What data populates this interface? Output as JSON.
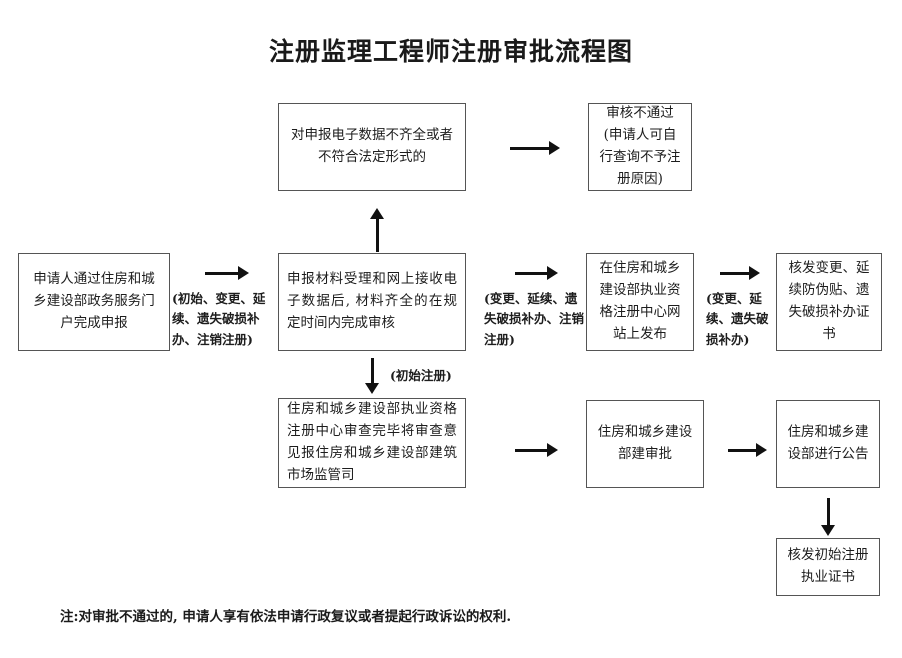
{
  "document": {
    "title": "注册监理工程师注册审批流程图",
    "footnote": "注:对审批不通过的, 申请人享有依法申请行政复议或者提起行政诉讼的权利."
  },
  "flowchart": {
    "type": "process-flow",
    "orientation": "left-to-right",
    "nodes": {
      "incomplete_data": "对申报电子数据不齐全或者不符合法定形式的",
      "review_failed": "审核不通过(申请人可自行查询不予注册原因)",
      "applicant_submit": "申请人通过住房和城乡建设部政务服务门户完成申报",
      "accept_review": "申报材料受理和网上接收电子数据后, 材料齐全的在规定时间内完成审核",
      "publish_website": "在住房和城乡建设部执业资格注册中心网站上发布",
      "issue_change_cert": "核发变更、延续防伪贴、遗失破损补办证书",
      "registry_center_report": "住房和城乡建设部执业资格注册中心审查完毕将审查意见报住房和城乡建设部建筑市场监管司",
      "ministry_approval": "住房和城乡建设部建审批",
      "ministry_announce": "住房和城乡建设部进行公告",
      "issue_initial_cert": "核发初始注册执业证书"
    },
    "edge_labels": {
      "submit_to_accept": "(初始、变更、延续、遗失破损补办、注销注册)",
      "accept_to_publish": "(变更、延续、遗失破损补办、注销注册)",
      "publish_to_issue": "(变更、延续、遗失破损补办)",
      "accept_to_registry": "(初始注册)"
    }
  }
}
